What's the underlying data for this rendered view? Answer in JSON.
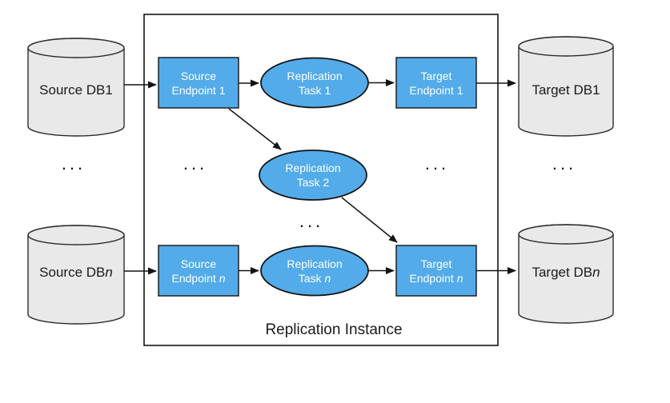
{
  "colors": {
    "endpoint_blue": "#53ABEA",
    "task_blue": "#53ABEA",
    "cylinder_gray": "#E9E9E9",
    "outline": "#141414",
    "text_dark": "#1A1A1A",
    "text_light": "#FFFFFF"
  },
  "instance_box": {
    "label": "Replication Instance"
  },
  "ellipsis": "...",
  "nodes": {
    "source_db_1": {
      "text": "Source DB",
      "suffix": "1"
    },
    "source_db_n": {
      "text": "Source DB",
      "suffix": "n"
    },
    "target_db_1": {
      "text": "Target DB",
      "suffix": "1"
    },
    "target_db_n": {
      "text": "Target DB",
      "suffix": "n"
    },
    "source_endpoint_1": {
      "line1": "Source",
      "line2": "Endpoint",
      "suffix": "1"
    },
    "source_endpoint_n": {
      "line1": "Source",
      "line2": "Endpoint",
      "suffix": "n"
    },
    "target_endpoint_1": {
      "line1": "Target",
      "line2": "Endpoint",
      "suffix": "1"
    },
    "target_endpoint_n": {
      "line1": "Target",
      "line2": "Endpoint",
      "suffix": "n"
    },
    "replication_task_1": {
      "line1": "Replication",
      "line2": "Task",
      "suffix": "1"
    },
    "replication_task_2": {
      "line1": "Replication",
      "line2": "Task",
      "suffix": "2"
    },
    "replication_task_n": {
      "line1": "Replication",
      "line2": "Task",
      "suffix": "n"
    }
  }
}
